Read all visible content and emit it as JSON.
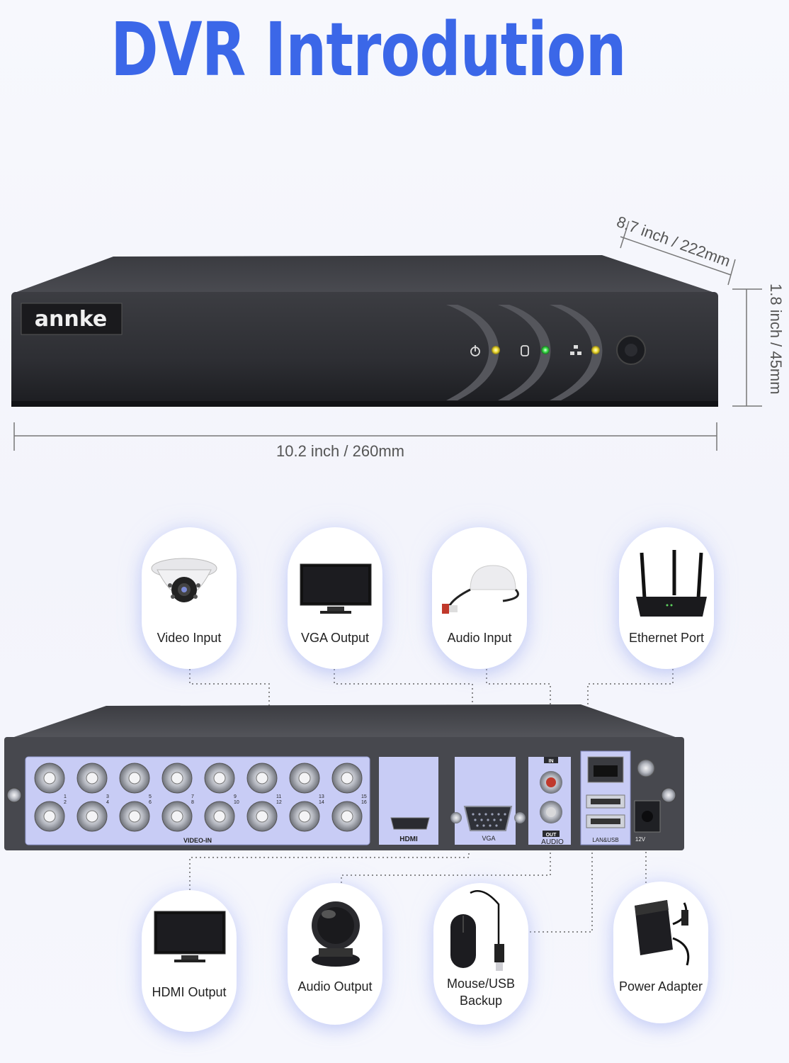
{
  "title": "DVR Introdution",
  "brand": "annke",
  "dimensions": {
    "width": "10.2 inch / 260mm",
    "depth": "8.7 inch / 222mm",
    "height": "1.8 inch / 45mm"
  },
  "top_ports": [
    {
      "label": "Video Input",
      "icon": "dome-camera-icon"
    },
    {
      "label": "VGA Output",
      "icon": "monitor-icon"
    },
    {
      "label": "Audio Input",
      "icon": "microphone-icon"
    },
    {
      "label": "Ethernet Port",
      "icon": "router-icon"
    }
  ],
  "bottom_ports": [
    {
      "label": "HDMI Output",
      "icon": "monitor-icon"
    },
    {
      "label": "Audio Output",
      "icon": "speaker-icon"
    },
    {
      "label": "Mouse/USB Backup",
      "icon": "mouse-icon"
    },
    {
      "label": "Power Adapter",
      "icon": "power-adapter-icon"
    }
  ],
  "rear_panel": {
    "video_in": "VIDEO-IN",
    "hdmi": "HDMI",
    "vga": "VGA",
    "audio": "AUDIO",
    "audio_in": "IN",
    "audio_out": "OUT",
    "lan_usb": "LAN&USB",
    "power": "12V",
    "channel_numbers": [
      "1",
      "2",
      "3",
      "4",
      "5",
      "6",
      "7",
      "8",
      "9",
      "10",
      "11",
      "12",
      "13",
      "14",
      "15",
      "16"
    ]
  },
  "colors": {
    "title": "#3b67e8",
    "led_yellow": "#f2e03a",
    "led_green": "#3be04a",
    "panel": "#c8ccf5"
  }
}
